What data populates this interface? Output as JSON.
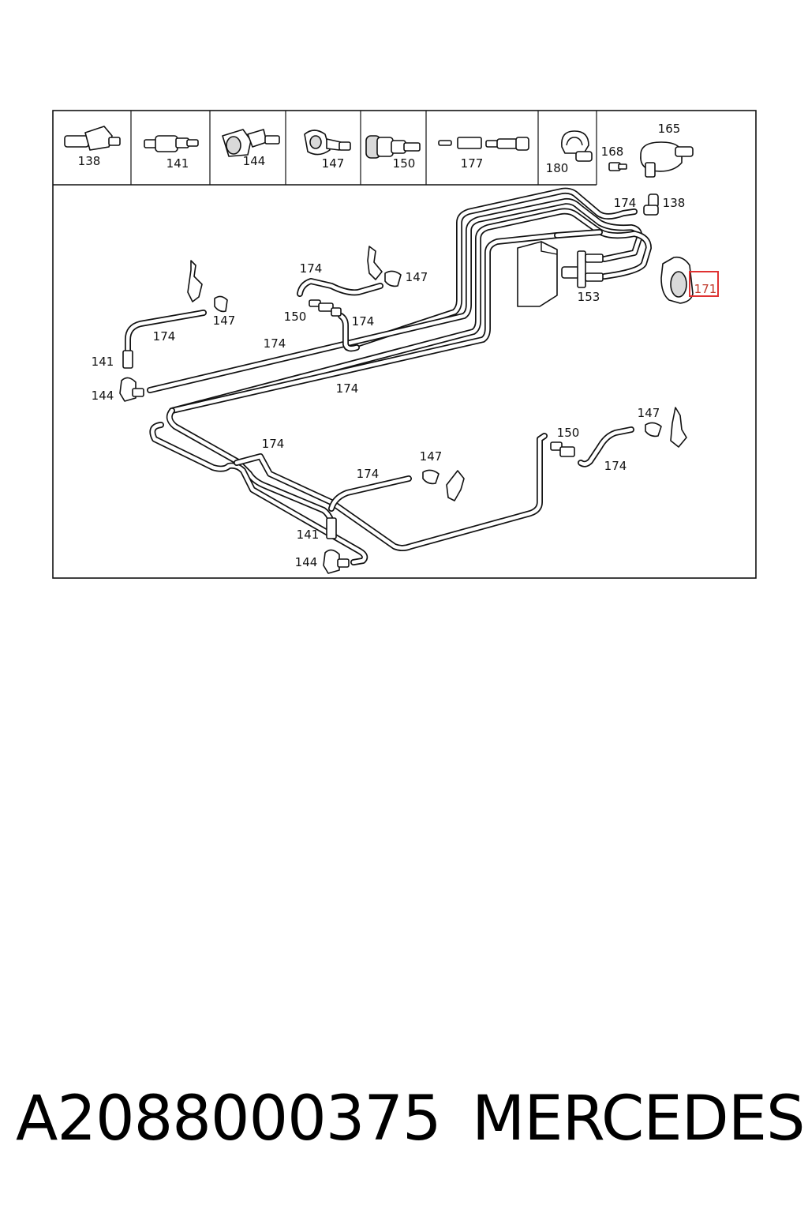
{
  "legend": {
    "cells": [
      {
        "id": "138",
        "label": "138"
      },
      {
        "id": "141",
        "label": "141"
      },
      {
        "id": "144",
        "label": "144"
      },
      {
        "id": "147",
        "label": "147"
      },
      {
        "id": "150",
        "label": "150"
      },
      {
        "id": "177",
        "label": "177"
      },
      {
        "id": "180",
        "label": "180"
      }
    ]
  },
  "callouts": {
    "c165": "165",
    "c168": "168",
    "c138": "138",
    "c174_top": "174",
    "c171": "171",
    "c153": "153",
    "c174_a": "174",
    "c147_a": "147",
    "c150_a": "150",
    "c174_b": "174",
    "c147_b": "147",
    "c174_c": "174",
    "c174_d": "174",
    "c141_a": "141",
    "c144_a": "144",
    "c174_e": "174",
    "c174_f": "174",
    "c147_c": "147",
    "c174_g": "174",
    "c141_b": "141",
    "c144_b": "144",
    "c150_b": "150",
    "c174_h": "174",
    "c147_d": "147"
  },
  "highlight": {
    "callout": "171",
    "color": "#e03131"
  },
  "caption": {
    "part_number": "A2088000375",
    "brand": "MERCEDES"
  }
}
